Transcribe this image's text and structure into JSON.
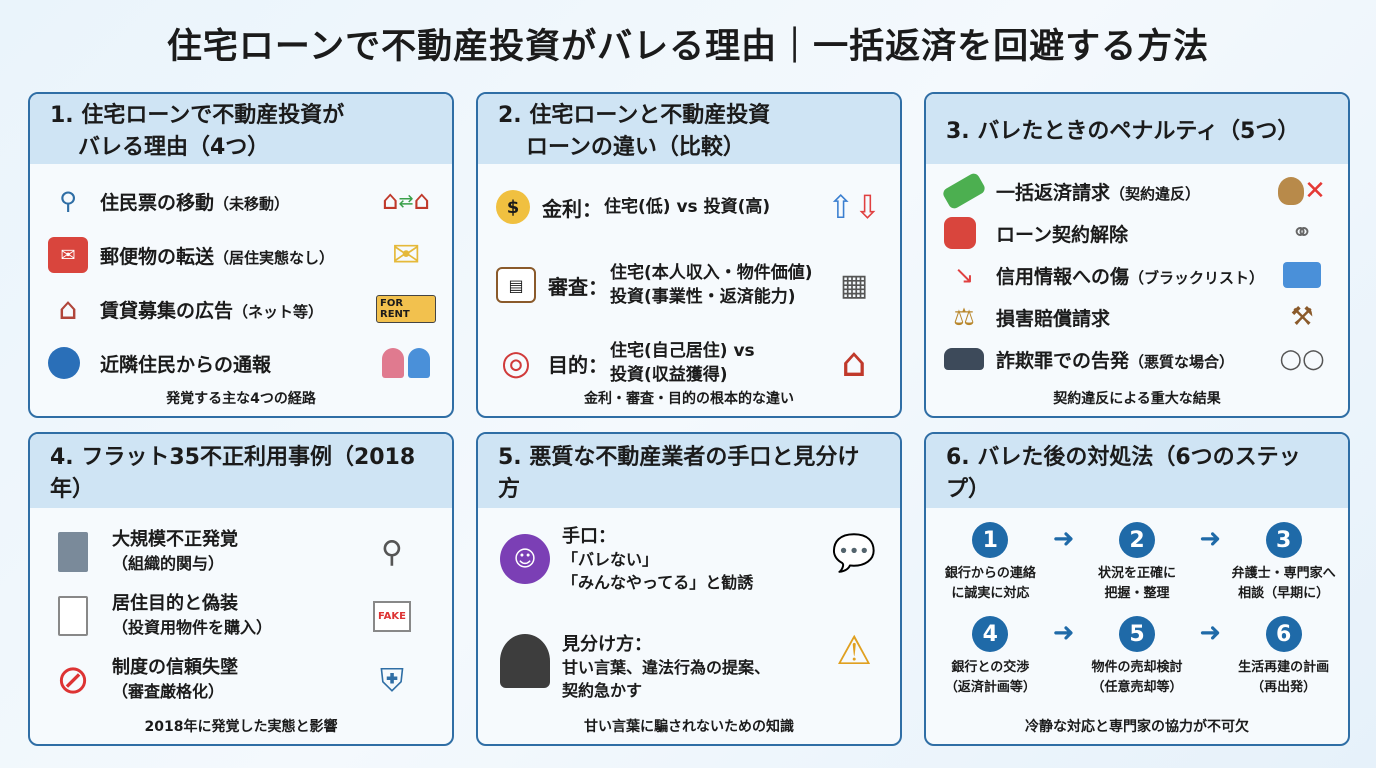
{
  "title": "住宅ローンで不動産投資がバレる理由｜一括返済を回避する方法",
  "colors": {
    "accent": "#2f6ea5",
    "header_band": "#cfe4f4",
    "step_circle": "#1f6aa8"
  },
  "p1": {
    "title1": "1. 住宅ローンで不動産投資が",
    "title2": "バレる理由（4つ）",
    "items": [
      {
        "text": "住民票の移動",
        "note": "（未移動）",
        "icon": "magnifier-icon",
        "right": "houses-swap-icon"
      },
      {
        "text": "郵便物の転送",
        "note": "（居住実態なし）",
        "icon": "mailbox-icon",
        "right": "envelope-icon"
      },
      {
        "text": "賃貸募集の広告",
        "note": "（ネット等）",
        "icon": "house-icon",
        "right": "for-rent-ad-icon"
      },
      {
        "text": "近隣住民からの通報",
        "note": "",
        "icon": "speaking-head-icon",
        "right": "neighbors-icon"
      }
    ],
    "for_rent": "FOR RENT",
    "footer": "発覚する主な4つの経路"
  },
  "p2": {
    "title1": "2. 住宅ローンと不動産投資",
    "title2": "ローンの違い（比較）",
    "items": [
      {
        "label": "金利：",
        "l1": "住宅(低) vs 投資(高)",
        "l2": ""
      },
      {
        "label": "審査：",
        "l1": "住宅(本人収入・物件価値)",
        "l2": "投資(事業性・返済能力)"
      },
      {
        "label": "目的：",
        "l1": "住宅(自己居住) vs",
        "l2": "投資(収益獲得)"
      }
    ],
    "footer": "金利・審査・目的の根本的な違い"
  },
  "p3": {
    "title": "3. バレたときのペナルティ（5つ）",
    "items": [
      {
        "text": "一括返済請求",
        "note": "（契約違反）"
      },
      {
        "text": "ローン契約解除",
        "note": ""
      },
      {
        "text": "信用情報への傷",
        "note": "（ブラックリスト）"
      },
      {
        "text": "損害賠償請求",
        "note": ""
      },
      {
        "text": "詐欺罪での告発",
        "note": "（悪質な場合）"
      }
    ],
    "footer": "契約違反による重大な結果"
  },
  "p4": {
    "title": "4. フラット35不正利用事例（2018年）",
    "items": [
      {
        "text": "大規模不正発覚",
        "note": "（組織的関与）"
      },
      {
        "text": "居住目的と偽装",
        "note": "（投資用物件を購入）"
      },
      {
        "text": "制度の信頼失墜",
        "note": "（審査厳格化）"
      }
    ],
    "fake": "FAKE",
    "footer": "2018年に発覚した実態と影響"
  },
  "p5": {
    "title": "5. 悪質な不動産業者の手口と見分け方",
    "tricks": {
      "label": "手口：",
      "l1": "「バレない」",
      "l2": "「みんなやってる」と勧誘"
    },
    "spot": {
      "label": "見分け方：",
      "l1": "甘い言葉、違法行為の提案、",
      "l2": "契約急かす"
    },
    "footer": "甘い言葉に騙されないための知識"
  },
  "p6": {
    "title": "6. バレた後の対処法（6つのステップ）",
    "steps": [
      {
        "n": "1",
        "l1": "銀行からの連絡",
        "l2": "に誠実に対応"
      },
      {
        "n": "2",
        "l1": "状況を正確に",
        "l2": "把握・整理"
      },
      {
        "n": "3",
        "l1": "弁護士・専門家へ",
        "l2": "相談（早期に）"
      },
      {
        "n": "4",
        "l1": "銀行との交渉",
        "l2": "（返済計画等）"
      },
      {
        "n": "5",
        "l1": "物件の売却検討",
        "l2": "（任意売却等）"
      },
      {
        "n": "6",
        "l1": "生活再建の計画",
        "l2": "（再出発）"
      }
    ],
    "footer": "冷静な対応と専門家の協力が不可欠"
  }
}
